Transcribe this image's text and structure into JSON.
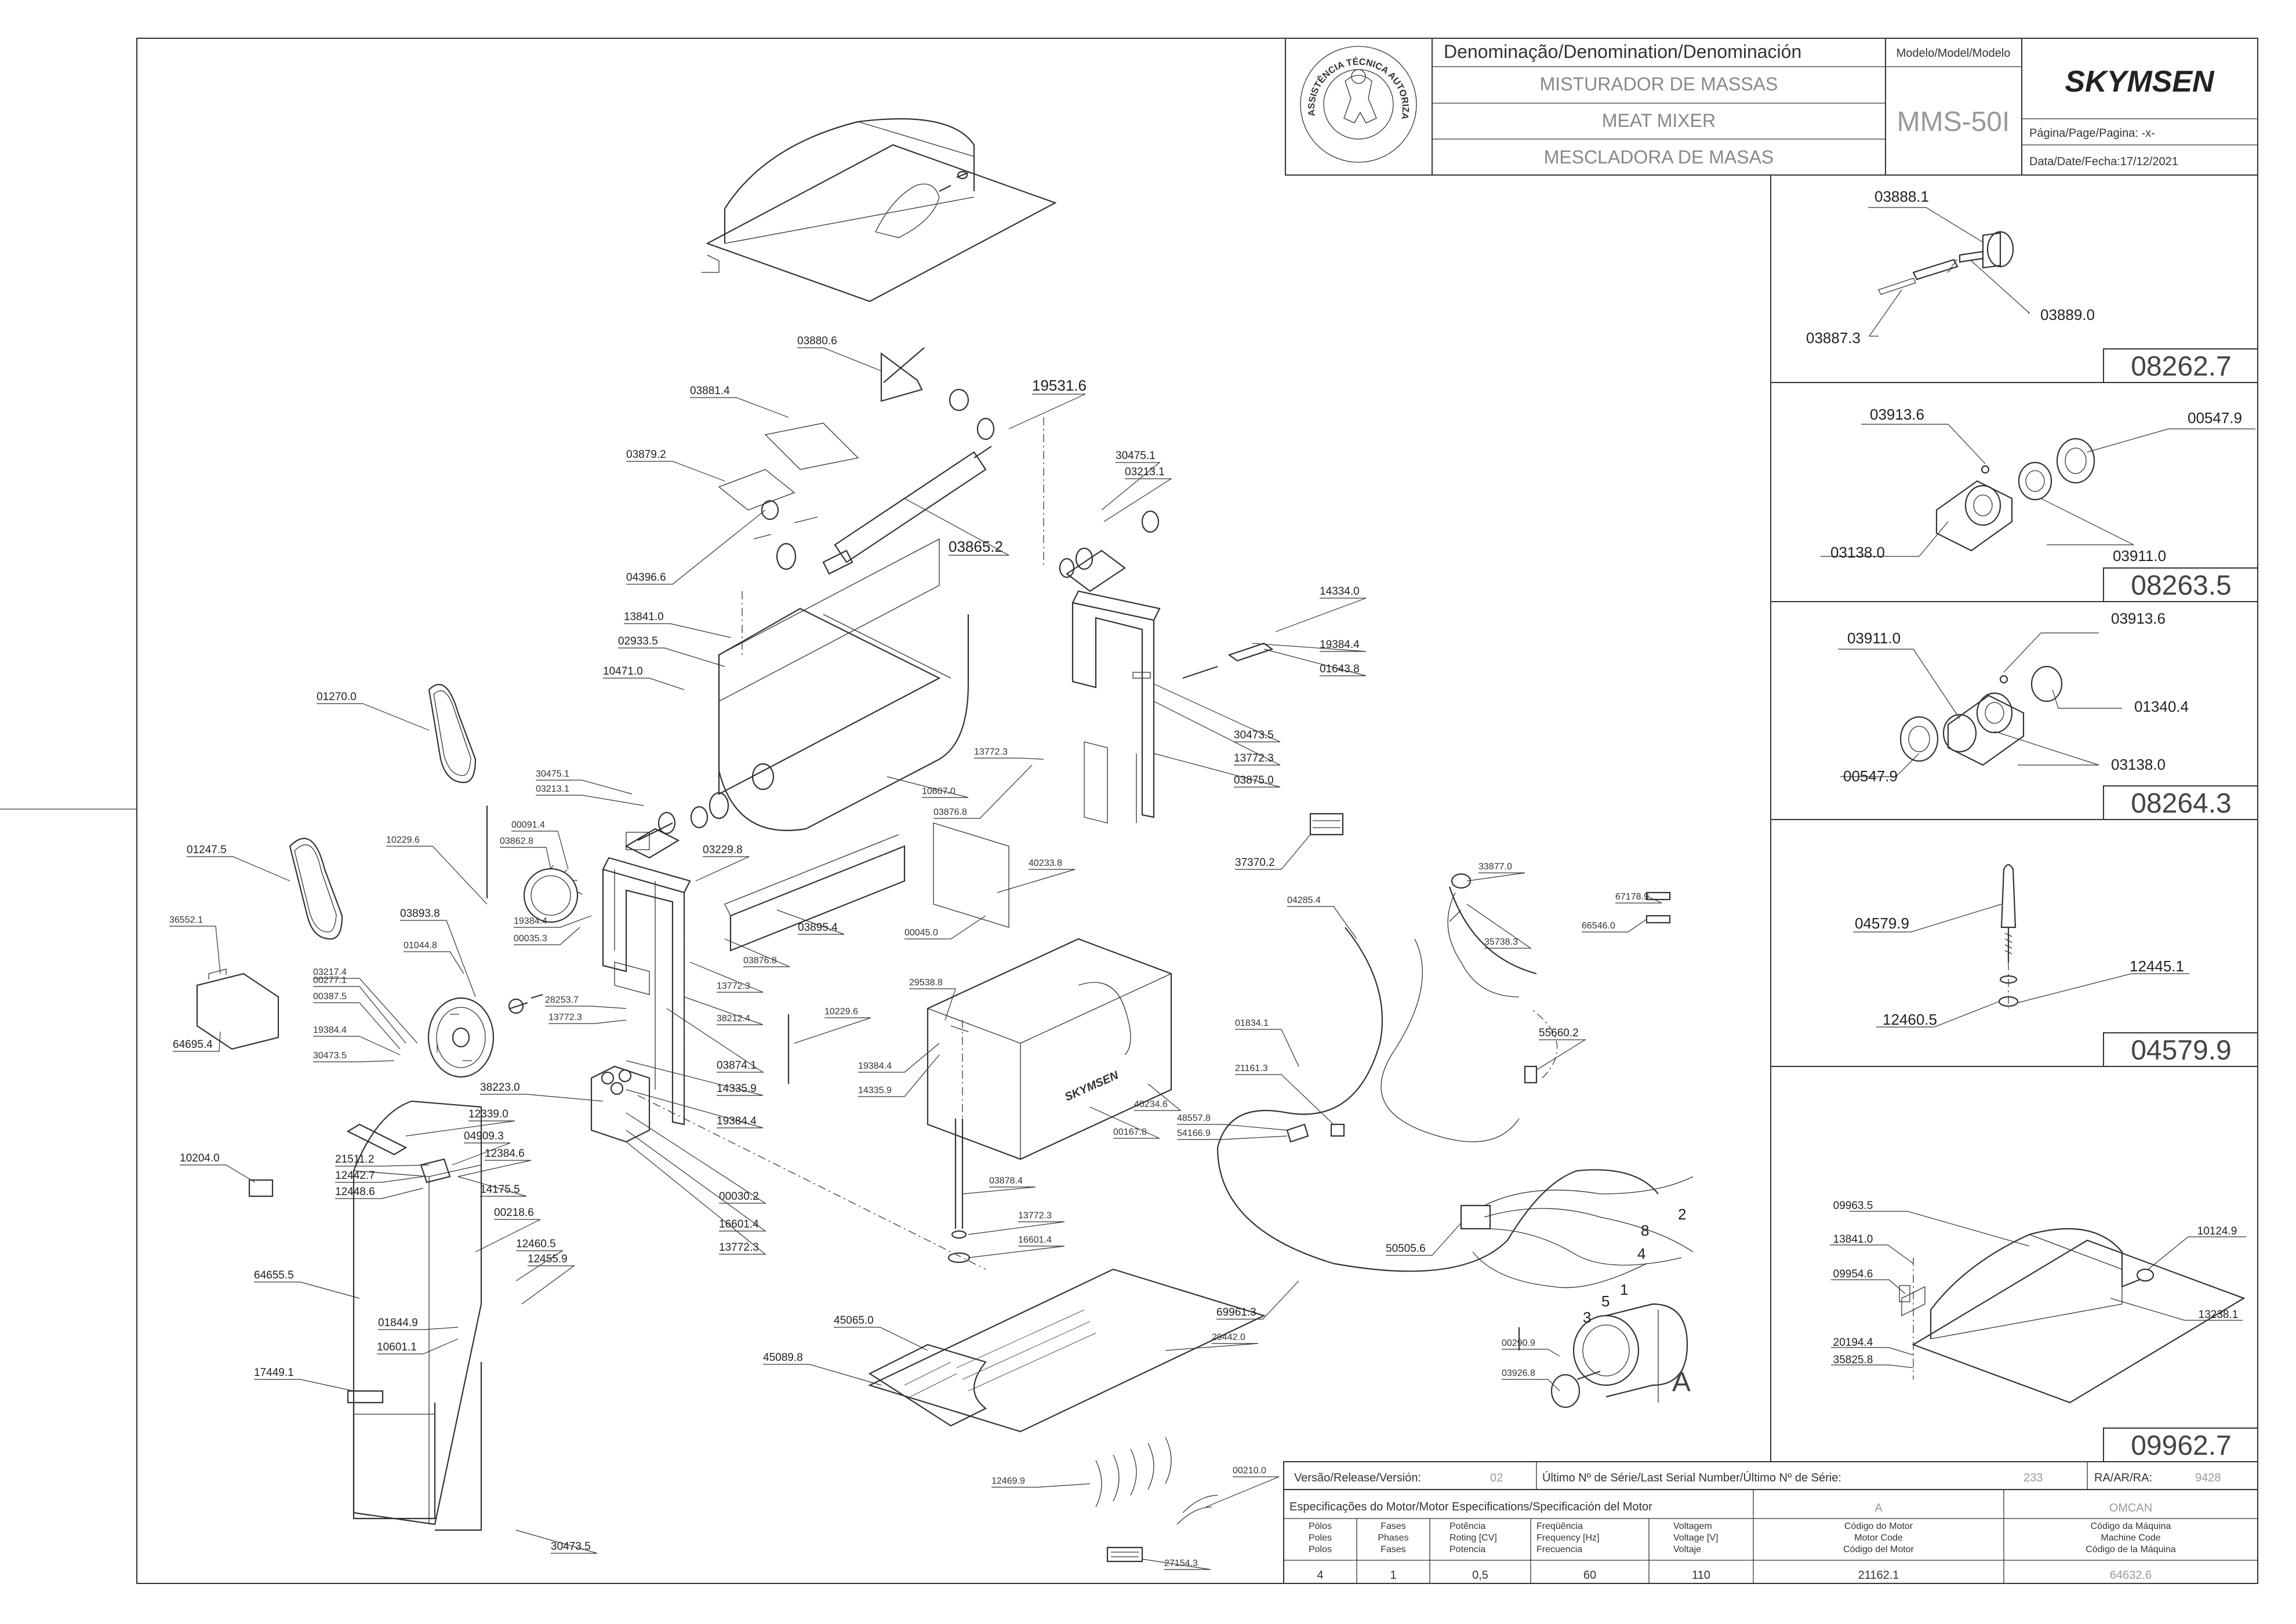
{
  "title_block": {
    "denomination_header": "Denominação/Denomination/Denominación",
    "name_pt": "MISTURADOR DE MASSAS",
    "name_en": "MEAT MIXER",
    "name_es": "MESCLADORA DE MASAS",
    "model_header": "Modelo/Model/Modelo",
    "model": "MMS-50I",
    "brand": "SKYMSEN",
    "page_line": "Página/Page/Pagina: -x-",
    "date_line": "Data/Date/Fecha:17/12/2021",
    "seal_text": "ASSISTÊNCIA TÉCNICA AUTORIZADA"
  },
  "subassemblies": [
    {
      "code": "08262.7",
      "parts": [
        "03888.1",
        "03889.0",
        "03887.3"
      ]
    },
    {
      "code": "08263.5",
      "parts": [
        "03913.6",
        "00547.9",
        "03138.0",
        "03911.0"
      ]
    },
    {
      "code": "08264.3",
      "parts": [
        "03911.0",
        "03913.6",
        "01340.4",
        "03138.0",
        "00547.9"
      ]
    },
    {
      "code": "04579.9",
      "parts": [
        "04579.9",
        "12445.1",
        "12460.5"
      ]
    },
    {
      "code": "09962.7",
      "parts": [
        "09963.5",
        "10124.9",
        "13841.0",
        "09954.6",
        "13238.1",
        "20194.4",
        "35825.8"
      ]
    }
  ],
  "main_labels": [
    "03880.6",
    "03881.4",
    "19531.6",
    "03879.2",
    "03865.2",
    "04396.6",
    "30475.1",
    "03213.1",
    "14334.0",
    "19384.4",
    "01643.8",
    "13841.0",
    "02933.5",
    "10471.0",
    "01270.0",
    "30473.5",
    "13772.3",
    "03875.0",
    "13772.3",
    "10607.0",
    "03876.8",
    "37370.2",
    "30475.1",
    "03213.1",
    "00091.4",
    "03862.8",
    "03229.8",
    "10229.6",
    "01247.5",
    "40233.8",
    "19384.4",
    "00035.3",
    "03895.4",
    "00045.0",
    "36552.1",
    "03893.8",
    "01044.8",
    "03876.8",
    "03217.4",
    "00277.1",
    "00387.5",
    "13772.3",
    "28253.7",
    "38212.4",
    "13772.3",
    "19384.4",
    "30473.5",
    "29538.8",
    "10229.6",
    "03874.1",
    "14335.9",
    "64695.4",
    "19384.4",
    "14335.9",
    "38223.0",
    "12339.0",
    "04909.3",
    "12384.6",
    "19384.4",
    "21511.2",
    "12442.7",
    "12448.6",
    "14175.5",
    "10204.0",
    "00030.2",
    "16601.4",
    "13772.3",
    "00218.6",
    "12460.5",
    "12455.9",
    "64655.5",
    "01844.9",
    "10601.1",
    "17449.1",
    "40234.6",
    "00167.8",
    "03878.4",
    "13772.3",
    "16601.4",
    "45065.0",
    "45089.8",
    "29442.0",
    "12469.9",
    "00210.0",
    "27154.3",
    "30473.5",
    "04285.4",
    "33877.0",
    "67178.9",
    "66546.0",
    "35738.3",
    "55660.2",
    "01834.1",
    "21161.3",
    "48557.8",
    "54166.9",
    "50505.6",
    "69961.3",
    "00290.9",
    "03926.8"
  ],
  "motor_letter": "A",
  "wire_numbers": [
    "2",
    "8",
    "4",
    "1",
    "5",
    "3"
  ],
  "release_row": {
    "version_label": "Versão/Release/Versión:",
    "version": "02",
    "serial_label": "Último Nº de Série/Last Serial Number/Último Nº de Série:",
    "serial": "233",
    "ra_label": "RA/AR/RA:",
    "ra": "9428"
  },
  "motor_specs": {
    "header": "Especificações do Motor/Motor Especifications/Specificación del Motor",
    "column_letter": "A",
    "manufacturer": "OMCAN",
    "poles_label": [
      "Pólos",
      "Poles",
      "Polos"
    ],
    "phases_label": [
      "Fases",
      "Phases",
      "Fases"
    ],
    "power_label": [
      "Potência",
      "Roting [CV]",
      "Potencia"
    ],
    "frequency_label": [
      "Freqüência",
      "Frequency [Hz]",
      "Frecuencia"
    ],
    "voltage_label": [
      "Voltagem",
      "Voltage [V]",
      "Voltaje"
    ],
    "motor_code_label": [
      "Código do Motor",
      "Motor Code",
      "Código del Motor"
    ],
    "machine_code_label": [
      "Código da Máquina",
      "Machine Code",
      "Código de la Máquina"
    ],
    "poles": "4",
    "phases": "1",
    "power": "0,5",
    "frequency": "60",
    "voltage": "110",
    "motor_code": "21162.1",
    "machine_code": "64632.6"
  }
}
